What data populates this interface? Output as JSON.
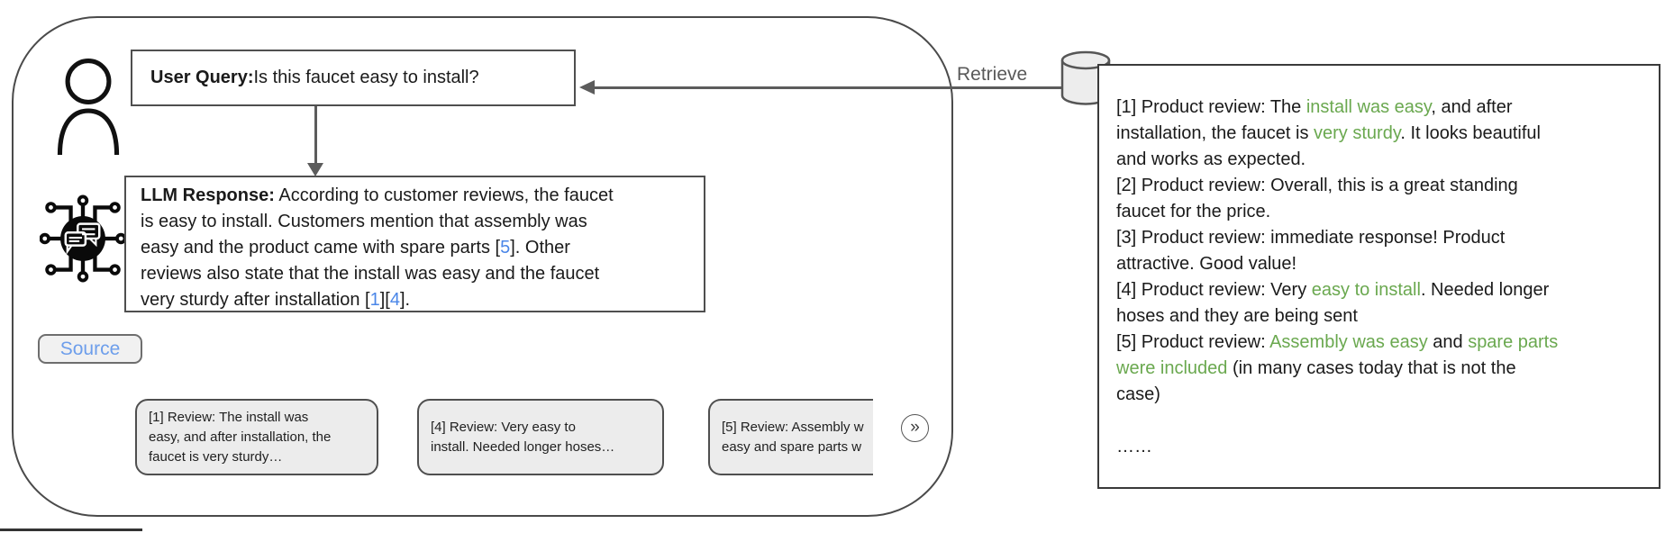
{
  "colors": {
    "citation_blue": "#4a86e8",
    "highlight_green": "#6aa84f",
    "source_button_blue": "#6d9eeb",
    "arrow_gray": "#5c5c5c"
  },
  "diagram": {
    "retrieve_label": "Retrieve",
    "user_query": {
      "label": "User Query:",
      "text": " Is this faucet easy to install?"
    },
    "llm_response": {
      "lines": [
        [
          {
            "t": "LLM Response:",
            "s": "bold"
          },
          {
            "t": " According to customer reviews, the faucet"
          }
        ],
        [
          {
            "t": "is easy to install. Customers mention that assembly was"
          }
        ],
        [
          {
            "t": "easy and the product came with spare parts ["
          },
          {
            "t": "5",
            "s": "blue"
          },
          {
            "t": "]. Other"
          }
        ],
        [
          {
            "t": "reviews also state that the install was easy and the faucet"
          }
        ],
        [
          {
            "t": "very sturdy after installation ["
          },
          {
            "t": "1",
            "s": "blue"
          },
          {
            "t": "]["
          },
          {
            "t": "4",
            "s": "blue"
          },
          {
            "t": "]."
          }
        ]
      ]
    },
    "source_button_label": "Source",
    "cards": [
      {
        "lines": [
          "[1] Review: The install was",
          "easy, and after installation, the",
          "faucet is very sturdy…"
        ]
      },
      {
        "lines": [
          "[4] Review: Very easy to",
          "install. Needed longer hoses…"
        ]
      },
      {
        "lines": [
          "[5] Review: Assembly w",
          "easy and spare parts w"
        ]
      }
    ],
    "more_glyph": "»"
  },
  "docs_panel": {
    "lines": [
      [
        {
          "t": "[1] Product review: The "
        },
        {
          "t": "install was easy",
          "s": "green"
        },
        {
          "t": ", and after"
        }
      ],
      [
        {
          "t": "installation, the faucet is "
        },
        {
          "t": "very sturdy",
          "s": "green"
        },
        {
          "t": ". It looks beautiful"
        }
      ],
      [
        {
          "t": "and works as expected."
        }
      ],
      [
        {
          "t": "[2] Product review: Overall, this is a great standing"
        }
      ],
      [
        {
          "t": "faucet for the price."
        }
      ],
      [
        {
          "t": "[3] Product review: immediate response! Product"
        }
      ],
      [
        {
          "t": "attractive. Good value!"
        }
      ],
      [
        {
          "t": "[4] Product review: Very "
        },
        {
          "t": "easy to install",
          "s": "green"
        },
        {
          "t": ". Needed longer"
        }
      ],
      [
        {
          "t": "hoses and they are being sent"
        }
      ],
      [
        {
          "t": "[5] Product review: "
        },
        {
          "t": "Assembly was easy",
          "s": "green"
        },
        {
          "t": " and "
        },
        {
          "t": "spare parts",
          "s": "green"
        }
      ],
      [
        {
          "t": "were included",
          "s": "green"
        },
        {
          "t": " (in many cases today that is not the"
        }
      ],
      [
        {
          "t": "case)"
        }
      ],
      [
        {
          "t": "……"
        }
      ]
    ]
  }
}
